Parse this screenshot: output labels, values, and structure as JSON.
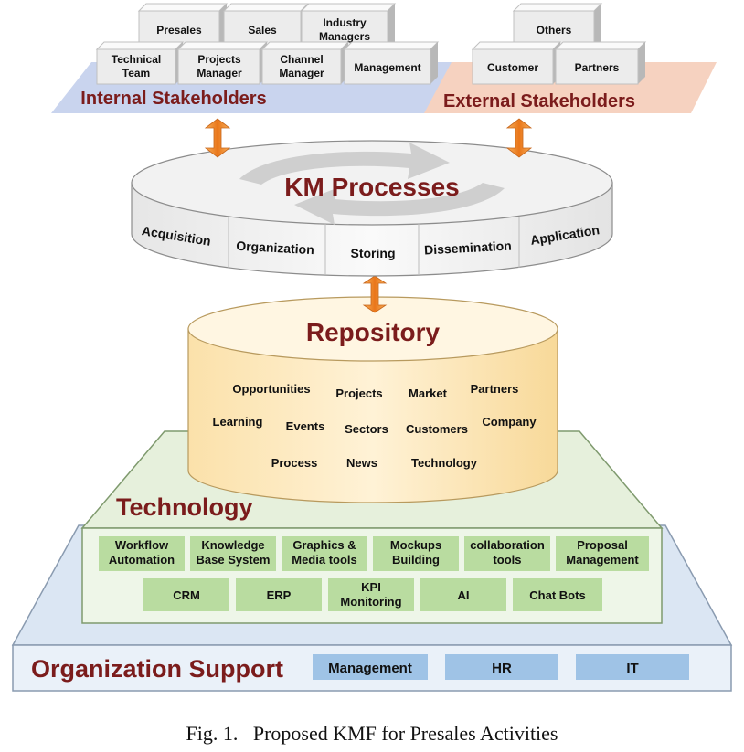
{
  "stakeholders": {
    "internal": {
      "title": "Internal Stakeholders",
      "boxes": [
        "Presales",
        "Sales",
        "Industry Managers",
        "Technical Team",
        "Projects Manager",
        "Channel Manager",
        "Management"
      ]
    },
    "external": {
      "title": "External Stakeholders",
      "boxes": [
        "Others",
        "Customer",
        "Partners"
      ]
    }
  },
  "km_processes": {
    "title": "KM Processes",
    "steps": [
      "Acquisition",
      "Organization",
      "Storing",
      "Dissemination",
      "Application"
    ]
  },
  "repository": {
    "title": "Repository",
    "items": [
      "Opportunities",
      "Projects",
      "Market",
      "Partners",
      "Learning",
      "Events",
      "Sectors",
      "Customers",
      "Company",
      "Process",
      "News",
      "Technology"
    ]
  },
  "technology": {
    "title": "Technology",
    "row1": [
      "Workflow Automation",
      "Knowledge Base System",
      "Graphics & Media tools",
      "Mockups Building",
      "collaboration tools",
      "Proposal Management"
    ],
    "row2": [
      "CRM",
      "ERP",
      "KPI Monitoring",
      "AI",
      "Chat Bots"
    ]
  },
  "organization_support": {
    "title": "Organization Support",
    "items": [
      "Management",
      "HR",
      "IT"
    ]
  },
  "caption": "Fig. 1.   Proposed KMF for Presales Activities",
  "colors": {
    "title_red": "#7b1c1c",
    "internal_band": "#c9d4ee",
    "external_band": "#f6d2c0",
    "arrow": "#f08a2c",
    "repository_fill": "#fde8bf",
    "technology_fill": "#e6f1dd",
    "technology_box": "#b9dca0",
    "org_fill": "#dde8f4",
    "org_box": "#9fc3e6"
  }
}
